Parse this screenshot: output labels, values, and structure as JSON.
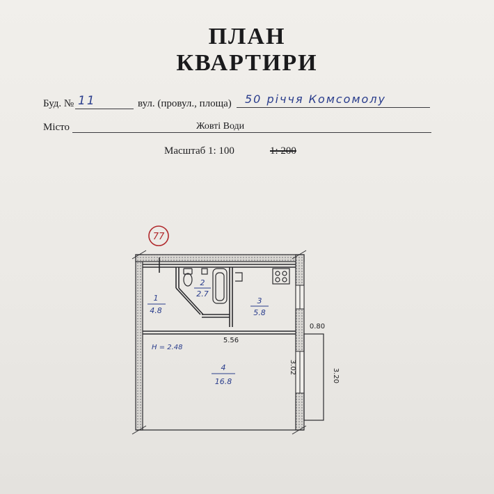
{
  "document": {
    "title_line1": "ПЛАН",
    "title_line2": "КВАРТИРИ",
    "building_label": "Буд. №",
    "building_number": "11",
    "street_label": "вул. (провул., площа)",
    "street_value": "50 річчя Комсомолу",
    "city_label": "Місто",
    "city_value": "Жовті Води",
    "scale_label": "Масштаб 1: 100",
    "scale_crossed": "1: 200"
  },
  "plan": {
    "apartment_number": "77",
    "rooms": [
      {
        "id": "1",
        "area": "4.8"
      },
      {
        "id": "2",
        "area": "2.7"
      },
      {
        "id": "3",
        "area": "5.8"
      },
      {
        "id": "4",
        "area": "16.8"
      }
    ],
    "height_label": "H = 2.48",
    "dimensions": {
      "width_room4": "5.56",
      "balcony_width": "0.80",
      "depth_room4": "3.02",
      "balcony_length": "3.20"
    },
    "colors": {
      "ink_blue": "#2a3d8c",
      "ink_red": "#b0282b",
      "wall": "#2b2b2e"
    }
  }
}
